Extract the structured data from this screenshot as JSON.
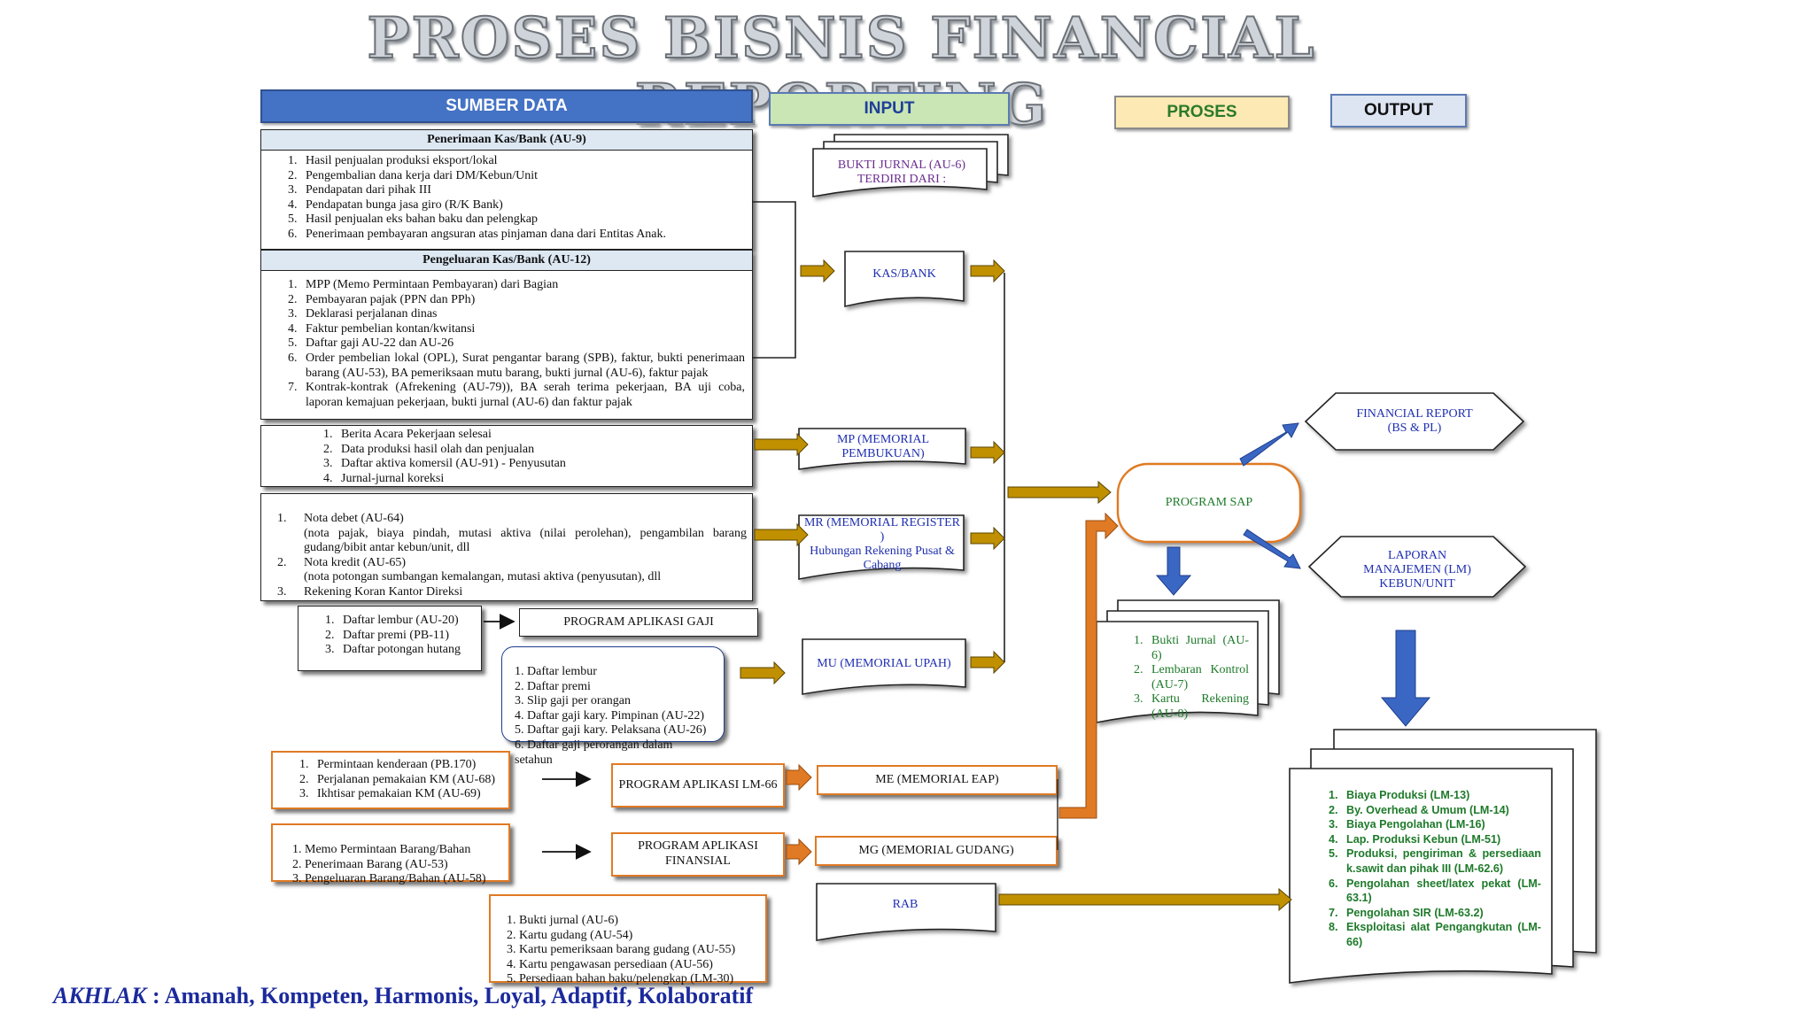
{
  "title": "PROSES BISNIS FINANCIAL REPORTING",
  "headers": {
    "sumber": "SUMBER DATA",
    "input": "INPUT",
    "proses": "PROSES",
    "output": "OUTPUT"
  },
  "colors": {
    "sumber_bg": "#4472c4",
    "input_bg": "#c9e6b4",
    "proses_bg": "#fde9b3",
    "output_bg": "#dde5f2",
    "gold_arrow": "#c09000",
    "orange_arrow": "#e07a24",
    "blue_arrow": "#3a66c4"
  },
  "kas_penerimaan": {
    "title": "Penerimaan Kas/Bank (AU-9)",
    "items": [
      "Hasil penjualan produksi eksport/lokal",
      "Pengembalian dana kerja dari DM/Kebun/Unit",
      "Pendapatan dari pihak III",
      "Pendapatan bunga jasa giro (R/K Bank)",
      "Hasil penjualan eks bahan baku dan pelengkap",
      "Penerimaan pembayaran angsuran atas pinjaman dana dari Entitas Anak."
    ]
  },
  "kas_pengeluaran": {
    "title": "Pengeluaran Kas/Bank (AU-12)",
    "items": [
      "MPP (Memo Permintaan Pembayaran) dari Bagian",
      "Pembayaran pajak (PPN dan PPh)",
      "Deklarasi perjalanan dinas",
      "Faktur pembelian kontan/kwitansi",
      "Daftar gaji AU-22 dan AU-26",
      "Order pembelian lokal (OPL), Surat pengantar barang (SPB), faktur, bukti penerimaan barang (AU-53), BA pemeriksaan mutu barang, bukti jurnal (AU-6), faktur pajak",
      "Kontrak-kontrak (Afrekening (AU-79)), BA serah terima pekerjaan, BA uji coba, laporan kemajuan pekerjaan, bukti jurnal (AU-6) dan faktur pajak"
    ]
  },
  "memorial_source": {
    "items": [
      "Berita Acara Pekerjaan selesai",
      "Data produksi hasil olah dan penjualan",
      "Daftar aktiva komersil (AU-91)  - Penyusutan",
      "Jurnal-jurnal koreksi"
    ]
  },
  "register_source": {
    "items": [
      "Nota debet (AU-64)",
      "(nota pajak, biaya pindah, mutasi aktiva (nilai perolehan), pengambilan barang gudang/bibit antar kebun/unit, dll",
      "Nota kredit (AU-65)",
      "(nota potongan sumbangan kemalangan, mutasi aktiva (penyusutan), dll",
      "Rekening Koran Kantor Direksi"
    ]
  },
  "upah_source": {
    "items": [
      "Daftar lembur (AU-20)",
      "Daftar premi (PB-11)",
      "Daftar potongan hutang"
    ]
  },
  "program_gaji": "PROGRAM APLIKASI GAJI",
  "gaji_output": {
    "items": [
      "1. Daftar lembur",
      "2. Daftar premi",
      "3. Slip gaji per orangan",
      "4. Daftar gaji kary. Pimpinan (AU-22)",
      "5. Daftar gaji kary. Pelaksana (AU-26)",
      "6. Daftar gaji perorangan dalam setahun"
    ]
  },
  "eap_source": {
    "items": [
      "Permintaan kenderaan (PB.170)",
      "Perjalanan pemakaian KM (AU-68)",
      "Ikhtisar pemakaian KM (AU-69)"
    ]
  },
  "gudang_source": {
    "items": [
      "1. Memo Permintaan Barang/Bahan",
      "2. Penerimaan Barang (AU-53)",
      "3. Pengeluaran Barang/Bahan (AU-58)"
    ]
  },
  "rab_source": {
    "items": [
      "1. Bukti jurnal (AU-6)",
      "2. Kartu gudang (AU-54)",
      "3. Kartu pemeriksaan barang gudang (AU-55)",
      "4. Kartu pengawasan persediaan (AU-56)",
      "5. Persediaan bahan baku/pelengkap (LM-30)"
    ]
  },
  "program_lm66": "PROGRAM APLIKASI LM-66",
  "program_finansial": "PROGRAM APLIKASI FINANSIAL",
  "inputs": {
    "bukti_jurnal": "BUKTI JURNAL (AU-6) TERDIRI DARI :",
    "kas_bank": "KAS/BANK",
    "mp": "MP (MEMORIAL PEMBUKUAN)",
    "mr": "MR (MEMORIAL REGISTER )",
    "mr_sub": "Hubungan  Rekening Pusat & Cabang",
    "mu": "MU (MEMORIAL UPAH)",
    "me": "ME (MEMORIAL EAP)",
    "mg": "MG (MEMORIAL GUDANG)",
    "rab": "RAB"
  },
  "program_sap": "PROGRAM SAP",
  "sap_docs": {
    "items": [
      "Bukti Jurnal (AU-6)",
      "Lembaran Kontrol (AU-7)",
      "Kartu Rekening (AU-8)"
    ]
  },
  "financial_report": "FINANCIAL REPORT (BS & PL)",
  "laporan_manajemen": "LAPORAN MANAJEMEN (LM) KEBUN/UNIT",
  "lm_list": {
    "items": [
      "Biaya Produksi (LM-13)",
      "By. Overhead & Umum (LM-14)",
      "Biaya Pengolahan (LM-16)",
      "Lap. Produksi Kebun (LM-51)",
      "Produksi, pengiriman & persediaan k.sawit dan pihak III (LM-62.6)",
      "Pengolahan sheet/latex pekat (LM-63.1)",
      "Pengolahan SIR (LM-63.2)",
      "Eksploitasi alat Pengangkutan (LM-66)"
    ]
  },
  "footer": {
    "label": "AKHLAK",
    "text": " : Amanah, Kompeten, Harmonis, Loyal, Adaptif, Kolaboratif"
  }
}
